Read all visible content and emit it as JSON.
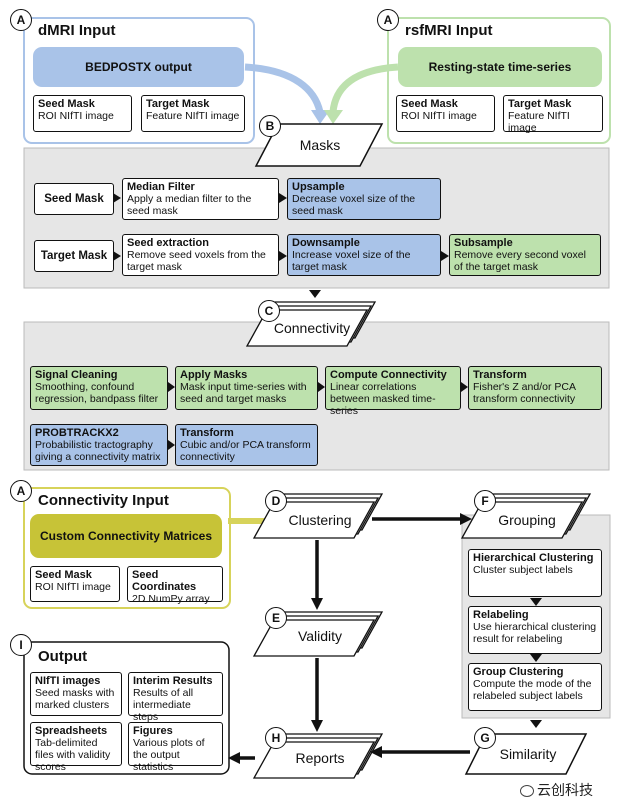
{
  "dmri": {
    "badge": "A",
    "title": "dMRI Input",
    "header": "BEDPOSTX output",
    "seed_title": "Seed Mask",
    "seed_desc": "ROI NIfTI image",
    "target_title": "Target Mask",
    "target_desc": "Feature NIfTI image"
  },
  "rsfmri": {
    "badge": "A",
    "title": "rsfMRI Input",
    "header": "Resting-state time-series",
    "seed_title": "Seed Mask",
    "seed_desc": "ROI NIfTI image",
    "target_title": "Target Mask",
    "target_desc": "Feature NIfTI image"
  },
  "masks": {
    "badge": "B",
    "label": "Masks",
    "seed_mask": "Seed Mask",
    "target_mask": "Target Mask",
    "median_title": "Median Filter",
    "median_desc": "Apply a median filter to the seed mask",
    "upsample_title": "Upsample",
    "upsample_desc": "Decrease voxel size of the seed mask",
    "seedext_title": "Seed extraction",
    "seedext_desc": "Remove seed voxels from the target mask",
    "downsample_title": "Downsample",
    "downsample_desc": "Increase voxel size of the target mask",
    "subsample_title": "Subsample",
    "subsample_desc": "Remove every second voxel of the target mask"
  },
  "connectivity": {
    "badge": "C",
    "label": "Connectivity",
    "signal_title": "Signal Cleaning",
    "signal_desc": "Smoothing, confound regression, bandpass filter",
    "apply_title": "Apply Masks",
    "apply_desc": "Mask input time-series with seed and target masks",
    "compute_title": "Compute Connectivity",
    "compute_desc": "Linear correlations between masked time-series",
    "transform1_title": "Transform",
    "transform1_desc": "Fisher's Z and/or PCA transform connectivity",
    "probtrack_title": "PROBTRACKX2",
    "probtrack_desc": "Probabilistic tractography giving a connectivity matrix",
    "transform2_title": "Transform",
    "transform2_desc": "Cubic and/or PCA transform connectivity"
  },
  "conn_input": {
    "badge": "A",
    "title": "Connectivity Input",
    "header": "Custom Connectivity Matrices",
    "seed_title": "Seed Mask",
    "seed_desc": "ROI NIfTI image",
    "coords_title": "Seed Coordinates",
    "coords_desc": "2D NumPy array"
  },
  "clustering": {
    "badge": "D",
    "label": "Clustering"
  },
  "validity": {
    "badge": "E",
    "label": "Validity"
  },
  "grouping": {
    "badge": "F",
    "label": "Grouping",
    "hier_title": "Hierarchical Clustering",
    "hier_desc": "Cluster subject labels",
    "relabel_title": "Relabeling",
    "relabel_desc": "Use hierarchical clustering result for relabeling",
    "group_title": "Group Clustering",
    "group_desc": "Compute the mode of the relabeled subject labels"
  },
  "similarity": {
    "badge": "G",
    "label": "Similarity"
  },
  "reports": {
    "badge": "H",
    "label": "Reports"
  },
  "output": {
    "badge": "I",
    "title": "Output",
    "nifti_title": "NIfTI images",
    "nifti_desc": "Seed masks with marked clusters",
    "interim_title": "Interim Results",
    "interim_desc": "Results of all intermediate steps",
    "spread_title": "Spreadsheets",
    "spread_desc": "Tab-delimited files with validity scores",
    "figures_title": "Figures",
    "figures_desc": "Various plots of the output statistics"
  },
  "watermark": "云创科技",
  "colors": {
    "blue": "#a9c3e8",
    "green": "#bde1ad",
    "yellow": "#c7c337",
    "panel_gray": "#e6e6e6"
  }
}
